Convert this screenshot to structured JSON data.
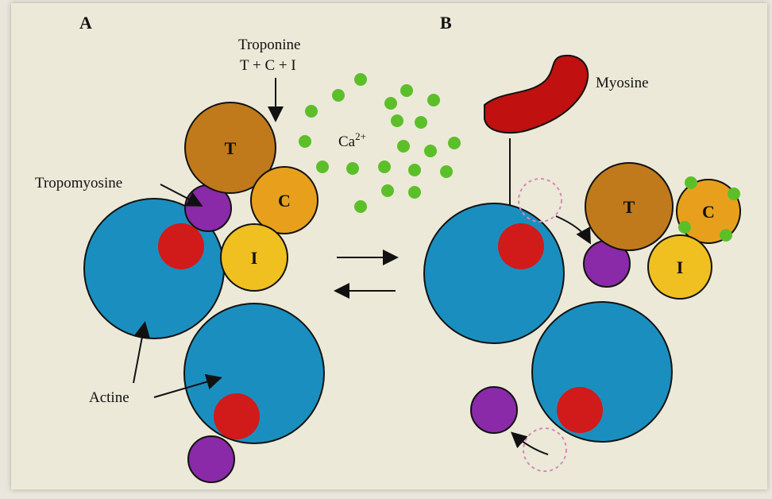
{
  "panels": {
    "a": "A",
    "b": "B"
  },
  "labels": {
    "troponine": "Troponine",
    "troponine_sub": "T + C + I",
    "calcium": "Ca2+",
    "tropomyosine": "Tropomyosine",
    "actine": "Actine",
    "myosine": "Myosine"
  },
  "subunits": {
    "t": "T",
    "c": "C",
    "i": "I"
  },
  "colors": {
    "actin": "#1a8fbf",
    "tropomyosin": "#8a2aa8",
    "binding_site": "#d11a1a",
    "troponin_t": "#c07a1c",
    "troponin_c": "#e8a01c",
    "troponin_i": "#f0c020",
    "calcium": "#5cbf2a",
    "myosin": "#c01010"
  }
}
